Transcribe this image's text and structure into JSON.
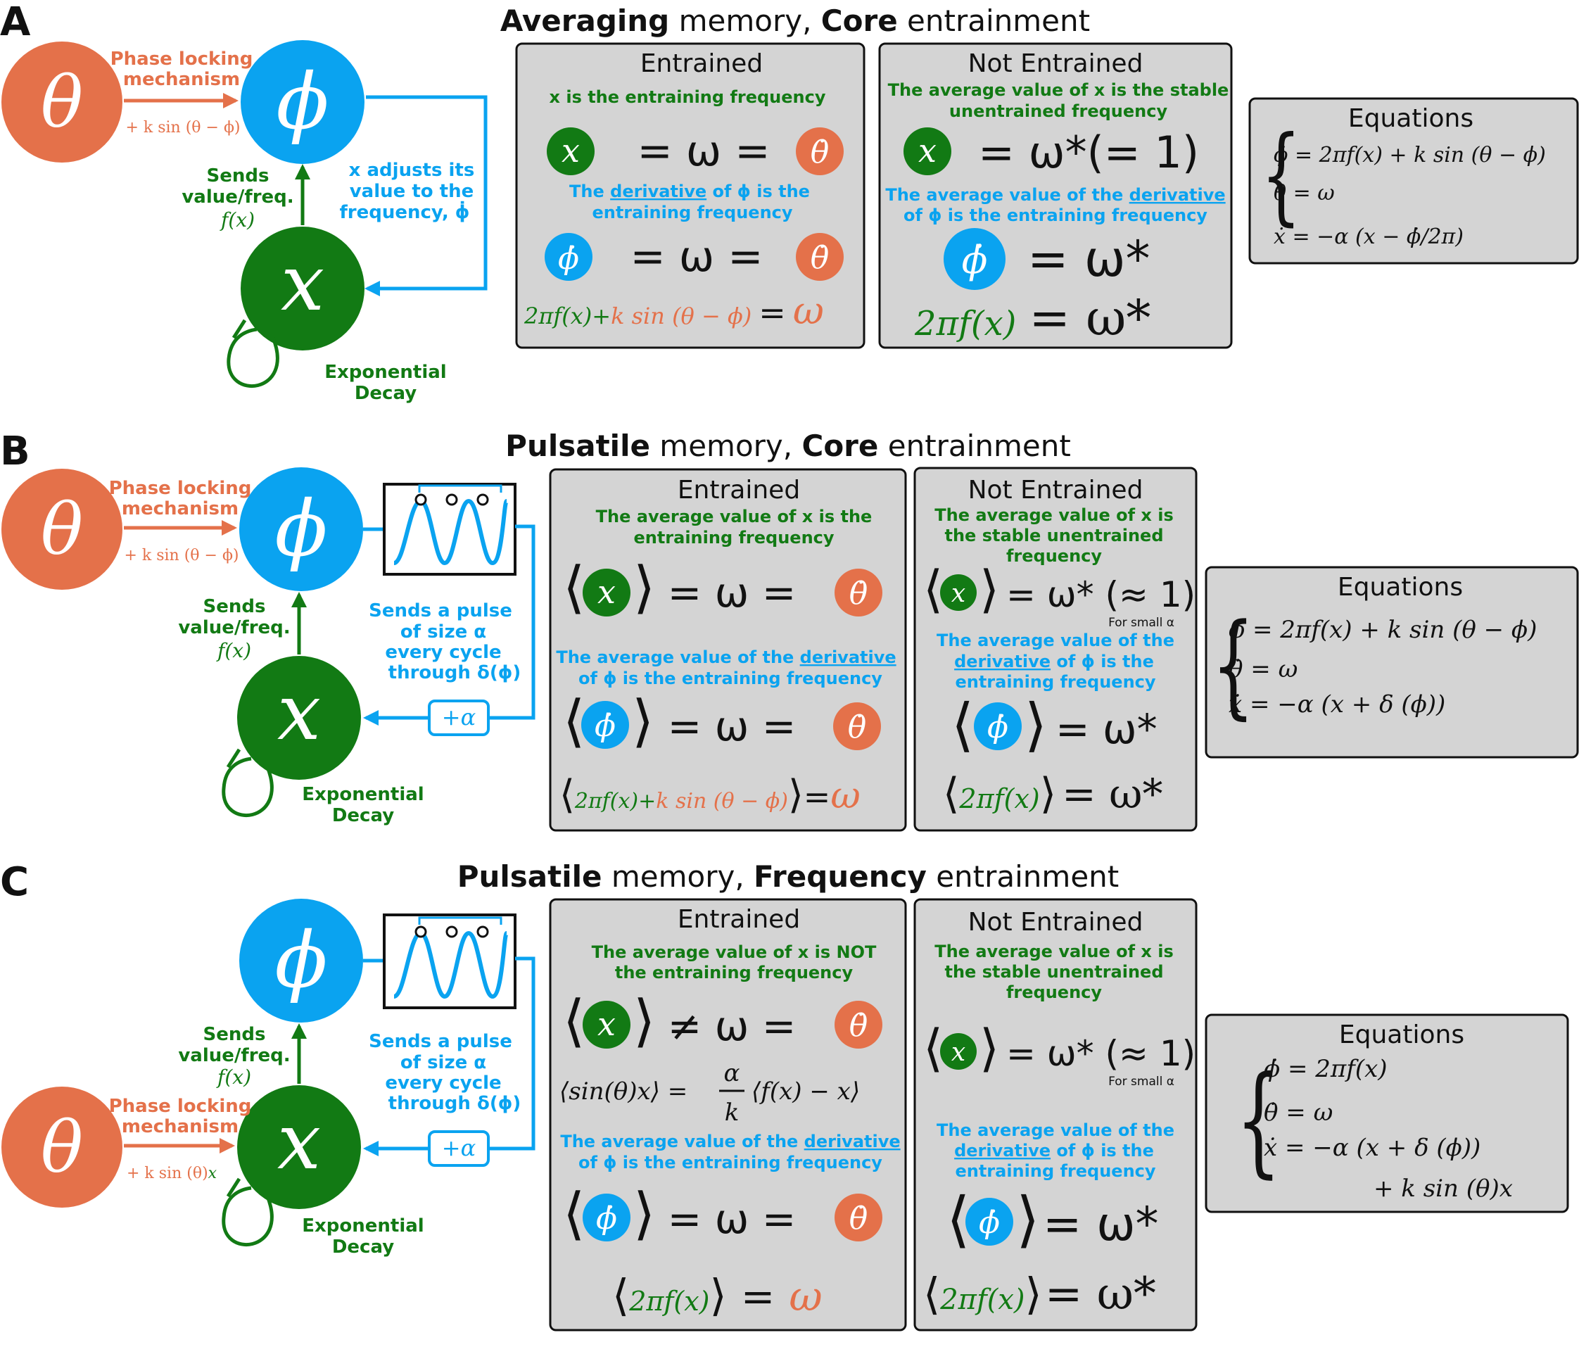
{
  "colors": {
    "orange": "#e4714a",
    "blue": "#0aa3f0",
    "green": "#127a14",
    "box_fill": "#d4d4d4",
    "black": "#111111"
  },
  "panel_a": {
    "letter": "A",
    "title_bold1": "Averaging",
    "title_rest1": " memory, ",
    "title_bold2": "Core",
    "title_rest2": " entrainment",
    "theta": "θ",
    "phi": "ϕ",
    "x": "x",
    "phase_lock_1": "Phase locking",
    "phase_lock_2": "mechanism",
    "coupling_term": "+ k sin (θ − ϕ)",
    "sends_1": "Sends",
    "sends_2": "value/freq.",
    "sends_3": "f(x)",
    "adjust_1": "x adjusts its",
    "adjust_2": "value to the",
    "adjust_3": "frequency, ϕ̇",
    "decay_1": "Exponential",
    "decay_2": "Decay",
    "entrained": {
      "title": "Entrained",
      "caption1": "x is the entraining frequency",
      "eq1_x": "x",
      "eq1_rest": "= ω =",
      "eq1_end": "θ̇",
      "caption2_a": "The ",
      "caption2_u": "derivative",
      "caption2_b": " of ϕ is the",
      "caption2_c": "entraining frequency",
      "eq2_phi": "ϕ̇",
      "eq2_rest": "= ω =",
      "eq2_end": "θ̇",
      "eq3_a": "2πf(x)+",
      "eq3_b": "k sin (θ − ϕ)",
      "eq3_c": "=",
      "eq3_d": "ω"
    },
    "not_entrained": {
      "title": "Not Entrained",
      "caption1_a": "The average value of x is the stable",
      "caption1_b": "unentrained frequency",
      "eq1_x": "x",
      "eq1_rest": "= ω*(= 1)",
      "caption2_a": "The average value of the ",
      "caption2_u": "derivative",
      "caption2_b": "of ϕ is the entraining frequency",
      "eq2_phi": "ϕ̇",
      "eq2_rest": "= ω*",
      "eq3_a": "2πf(x)",
      "eq3_b": "= ω*"
    },
    "equations": {
      "title": "Equations",
      "line1": "ϕ̇ = 2πf(x) + k sin (θ − ϕ)",
      "line2": "θ̇ = ω",
      "line3": "ẋ = −α (x − ϕ̇/2π)"
    }
  },
  "panel_b": {
    "letter": "B",
    "title_bold1": "Pulsatile",
    "title_rest1": " memory, ",
    "title_bold2": "Core",
    "title_rest2": " entrainment",
    "theta": "θ",
    "phi": "ϕ",
    "x": "x",
    "phase_lock_1": "Phase locking",
    "phase_lock_2": "mechanism",
    "coupling_term": "+ k sin (θ − ϕ)",
    "sends_1": "Sends",
    "sends_2": "value/freq.",
    "sends_3": "f(x)",
    "pulse_1": "Sends a pulse",
    "pulse_2": "of size α",
    "pulse_3": "every cycle",
    "pulse_4": "through δ(ϕ)",
    "plus_alpha": "+α",
    "decay_1": "Exponential",
    "decay_2": "Decay",
    "entrained": {
      "title": "Entrained",
      "caption1_a": "The average value of x is the",
      "caption1_b": "entraining frequency",
      "eq1_x": "x",
      "eq1_rest": "= ω =",
      "eq1_end": "θ̇",
      "caption2_a": "The average value of the ",
      "caption2_u": "derivative",
      "caption2_b": "of ϕ is the entraining frequency",
      "eq2_phi": "ϕ̇",
      "eq2_rest": "= ω =",
      "eq2_end": "θ̇",
      "eq3_a": "2πf(x)+",
      "eq3_b": "k sin (θ − ϕ)",
      "eq3_c": "=",
      "eq3_d": "ω"
    },
    "not_entrained": {
      "title": "Not Entrained",
      "caption1_a": "The average value of x is",
      "caption1_b": "the stable unentrained",
      "caption1_c": "frequency",
      "eq1_x": "x",
      "eq1_rest": "= ω* (≈ 1)",
      "small_alpha": "For small α",
      "caption2_a": "The average value of the",
      "caption2_u": "derivative",
      "caption2_b": " of ϕ is the",
      "caption2_c": "entraining frequency",
      "eq2_phi": "ϕ̇",
      "eq2_rest": "= ω*",
      "eq3_a": "2πf(x)",
      "eq3_b": "= ω*"
    },
    "equations": {
      "title": "Equations",
      "line1": "ϕ̇ = 2πf(x) + k sin (θ − ϕ)",
      "line2": "θ̇ = ω",
      "line3": "ẋ = −α (x + δ (ϕ))"
    }
  },
  "panel_c": {
    "letter": "C",
    "title_bold1": "Pulsatile",
    "title_rest1": " memory, ",
    "title_bold2": "Frequency",
    "title_rest2": " entrainment",
    "theta": "θ",
    "phi": "ϕ",
    "x": "x",
    "phase_lock_1": "Phase locking",
    "phase_lock_2": "mechanism",
    "coupling_term_a": "+ k sin (θ)",
    "coupling_term_b": "x",
    "sends_1": "Sends",
    "sends_2": "value/freq.",
    "sends_3": "f(x)",
    "pulse_1": "Sends a pulse",
    "pulse_2": "of size α",
    "pulse_3": "every cycle",
    "pulse_4": "through δ(ϕ)",
    "plus_alpha": "+α",
    "decay_1": "Exponential",
    "decay_2": "Decay",
    "entrained": {
      "title": "Entrained",
      "caption1_a": "The average value of x is NOT",
      "caption1_b": "the entraining frequency",
      "eq1_x": "x",
      "eq1_rest": "≠ ω =",
      "eq1_end": "θ̇",
      "eq_sin_a": "⟨sin(θ)x⟩ =",
      "eq_sin_num": "α",
      "eq_sin_den": "k",
      "eq_sin_b": "⟨f(x) − x⟩",
      "caption2_a": "The average value of the ",
      "caption2_u": "derivative",
      "caption2_b": "of ϕ is the entraining frequency",
      "eq2_phi": "ϕ̇",
      "eq2_rest": "= ω =",
      "eq2_end": "θ̇",
      "eq3_a": "2πf(x)",
      "eq3_b": "=",
      "eq3_c": "ω"
    },
    "not_entrained": {
      "title": "Not Entrained",
      "caption1_a": "The average value of x is",
      "caption1_b": "the stable unentrained",
      "caption1_c": "frequency",
      "eq1_x": "x",
      "eq1_rest": "= ω* (≈ 1)",
      "small_alpha": "For small α",
      "caption2_a": "The average value of the",
      "caption2_u": "derivative",
      "caption2_b": " of ϕ is the",
      "caption2_c": "entraining frequency",
      "eq2_phi": "ϕ̇",
      "eq2_rest": "= ω*",
      "eq3_a": "2πf(x)",
      "eq3_b": "= ω*"
    },
    "equations": {
      "title": "Equations",
      "line1": "ϕ̇ = 2πf(x)",
      "line2": "θ̇ = ω",
      "line3": "ẋ = −α (x + δ (ϕ))",
      "line4": "+ k sin (θ)x"
    }
  }
}
